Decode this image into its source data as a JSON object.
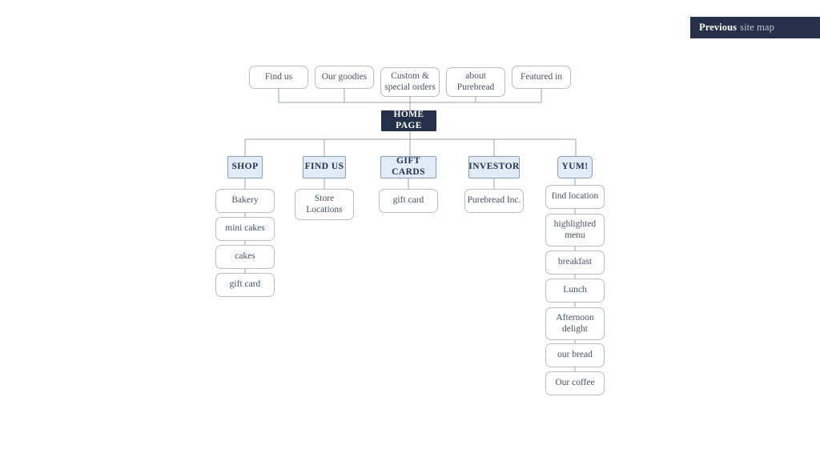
{
  "header": {
    "strong_label": "Previous",
    "light_label": "site map",
    "background": "#24304a"
  },
  "colors": {
    "navy": "#24304a",
    "section_fill": "#e2ecf8",
    "section_border": "#8e9cb5",
    "soft_border": "#b9bcc4",
    "line": "#9aa0aa",
    "text": "#4a5260"
  },
  "diagram": {
    "type": "site-map-tree",
    "root": {
      "label": "HOME PAGE"
    },
    "top_row": [
      {
        "label": "Find us"
      },
      {
        "label": "Our goodies"
      },
      {
        "label": "Custom & special orders"
      },
      {
        "label": "about Purebread"
      },
      {
        "label": "Featured in"
      }
    ],
    "sections": [
      {
        "label": "SHOP",
        "children": [
          {
            "label": "Bakery"
          },
          {
            "label": "mini cakes"
          },
          {
            "label": "cakes"
          },
          {
            "label": "gift card"
          }
        ]
      },
      {
        "label": "FIND US",
        "children": [
          {
            "label": "Store Locations"
          }
        ]
      },
      {
        "label": "GIFT CARDS",
        "children": [
          {
            "label": "gift card"
          }
        ]
      },
      {
        "label": "INVESTOR",
        "children": [
          {
            "label": "Purebread Inc."
          }
        ]
      },
      {
        "label": "YUM!",
        "children": [
          {
            "label": "find location"
          },
          {
            "label": "highlighted menu"
          },
          {
            "label": "breakfast"
          },
          {
            "label": "Lunch"
          },
          {
            "label": "Afternoon delight"
          },
          {
            "label": "our bread"
          },
          {
            "label": "Our coffee"
          }
        ]
      }
    ]
  }
}
